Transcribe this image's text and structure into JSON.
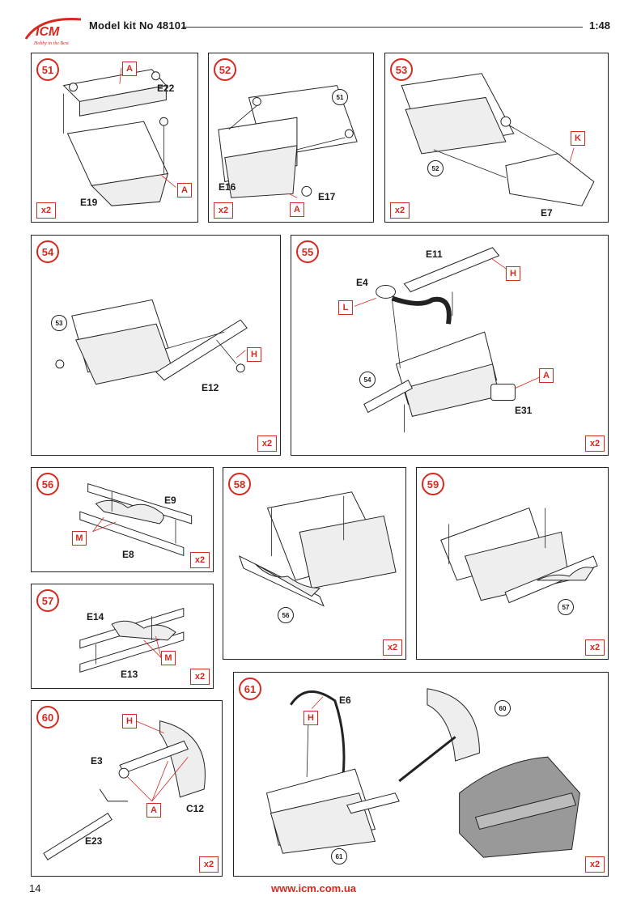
{
  "header": {
    "brand": "ICM",
    "tagline": "Hobby in the Best",
    "kit_title": "Model kit No 48101",
    "scale": "1:48"
  },
  "footer": {
    "page_number": "14",
    "url": "www.icm.com.ua"
  },
  "colors": {
    "accent": "#d42a20",
    "line": "#222222"
  },
  "steps": {
    "s51": {
      "num": "51",
      "qty": "x2",
      "parts": [
        "E22",
        "E19"
      ],
      "callouts": [
        "A",
        "A"
      ]
    },
    "s52": {
      "num": "52",
      "qty": "x2",
      "parts": [
        "E16",
        "E17"
      ],
      "callouts": [
        "A"
      ],
      "refs": [
        "51"
      ]
    },
    "s53": {
      "num": "53",
      "qty": "x2",
      "parts": [
        "E7"
      ],
      "callouts": [
        "K"
      ],
      "refs": [
        "52"
      ]
    },
    "s54": {
      "num": "54",
      "qty": "x2",
      "parts": [
        "E12"
      ],
      "callouts": [
        "H"
      ],
      "refs": [
        "53"
      ]
    },
    "s55": {
      "num": "55",
      "qty": "x2",
      "parts": [
        "E11",
        "E4",
        "E31"
      ],
      "callouts": [
        "H",
        "L",
        "A"
      ],
      "refs": [
        "54"
      ]
    },
    "s56": {
      "num": "56",
      "qty": "x2",
      "parts": [
        "E9",
        "E8"
      ],
      "callouts": [
        "M"
      ]
    },
    "s57": {
      "num": "57",
      "qty": "x2",
      "parts": [
        "E14",
        "E13"
      ],
      "callouts": [
        "M"
      ]
    },
    "s58": {
      "num": "58",
      "qty": "x2",
      "refs": [
        "56"
      ]
    },
    "s59": {
      "num": "59",
      "qty": "x2",
      "refs": [
        "57"
      ]
    },
    "s60": {
      "num": "60",
      "qty": "x2",
      "parts": [
        "E3",
        "C12",
        "E23"
      ],
      "callouts": [
        "H",
        "A"
      ]
    },
    "s61": {
      "num": "61",
      "qty": "x2",
      "parts": [
        "E6"
      ],
      "callouts": [
        "H"
      ],
      "refs": [
        "60",
        "61"
      ]
    }
  }
}
